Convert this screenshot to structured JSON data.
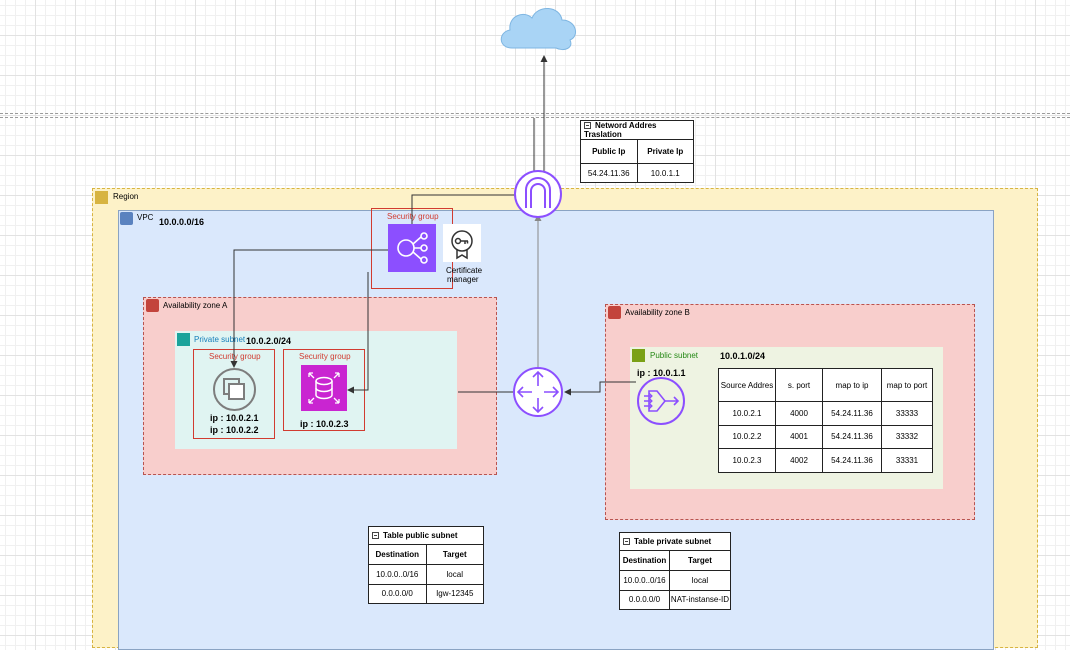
{
  "region": {
    "label": "Region"
  },
  "vpc": {
    "label": "VPC",
    "cidr": "10.0.0.0/16"
  },
  "az_a": {
    "label": "Availability zone A"
  },
  "az_b": {
    "label": "Availability zone B"
  },
  "private_subnet": {
    "label": "Private subnet",
    "cidr": "10.0.2.0/24"
  },
  "public_subnet": {
    "label": "Public subnet",
    "cidr": "10.0.1.0/24"
  },
  "lb_group": {
    "label": "Security group"
  },
  "cert": {
    "line1": "Certificate",
    "line2": "manager"
  },
  "ec2_group": {
    "label": "Security group",
    "ip1": "ip : 10.0.2.1",
    "ip2": "ip : 10.0.2.2"
  },
  "rds_group": {
    "label": "Security group",
    "ip": "ip : 10.0.2.3"
  },
  "nat_instance": {
    "ip": "ip : 10.0.1.1"
  },
  "nat_table": {
    "title": "Netword Addres Traslation",
    "headers": [
      "Public Ip",
      "Private Ip"
    ],
    "row": [
      "54.24.11.36",
      "10.0.1.1"
    ]
  },
  "port_table": {
    "headers": [
      "Source Addres",
      "s. port",
      "map to ip",
      "map to port"
    ],
    "rows": [
      [
        "10.0.2.1",
        "4000",
        "54.24.11.36",
        "33333"
      ],
      [
        "10.0.2.2",
        "4001",
        "54.24.11.36",
        "33332"
      ],
      [
        "10.0.2.3",
        "4002",
        "54.24.11.36",
        "33331"
      ]
    ]
  },
  "table_public": {
    "title": "Table public subnet",
    "headers": [
      "Destination",
      "Target"
    ],
    "rows": [
      [
        "10.0.0..0/16",
        "local"
      ],
      [
        "0.0.0.0/0",
        "Igw-12345"
      ]
    ]
  },
  "table_private": {
    "title": "Table private subnet",
    "headers": [
      "Destination",
      "Target"
    ],
    "rows": [
      [
        "10.0.0..0/16",
        "local"
      ],
      [
        "0.0.0.0/0",
        "NAT-instanse-ID"
      ]
    ]
  },
  "colors": {
    "aws_purple": "#8C4FFF",
    "rds_magenta": "#C925D1",
    "security_red": "#D13B30",
    "region_fill": "#FDF2C8",
    "vpc_fill": "#DAE8FC",
    "az_fill": "#F8CECC"
  }
}
